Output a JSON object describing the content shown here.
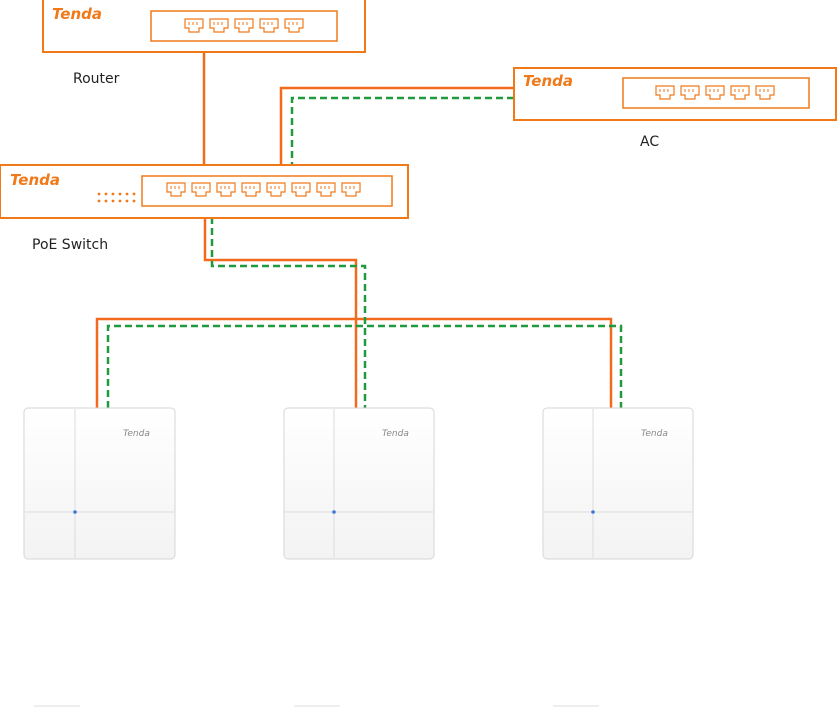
{
  "devices": {
    "router": {
      "label": "Router",
      "brand": "Tenda"
    },
    "ac": {
      "label": "AC",
      "brand": "Tenda"
    },
    "poe_switch": {
      "label": "PoE Switch",
      "brand": "Tenda"
    },
    "aps": [
      {
        "brand": "Tenda"
      },
      {
        "brand": "Tenda"
      },
      {
        "brand": "Tenda"
      }
    ]
  },
  "colors": {
    "device_border": "#f07a1a",
    "ethernet_cable": "#f26b1d",
    "management_link": "#1f9a3c"
  }
}
